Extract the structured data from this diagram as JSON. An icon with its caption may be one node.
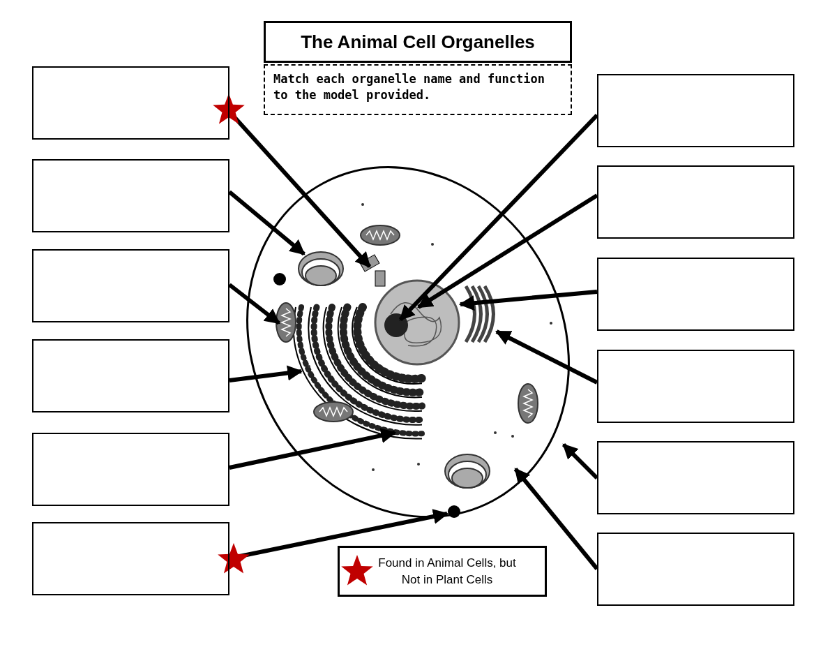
{
  "diagram": {
    "title": "The Animal Cell Organelles",
    "nodes": [
      {
        "text": [
          "Match each organelle name and function to the model provided."
        ]
      },
      {
        "text": [],
        "shape": "box"
      },
      {
        "text": [],
        "shape": "box"
      },
      {
        "text": [],
        "shape": "box"
      },
      {
        "text": [],
        "shape": "box"
      },
      {
        "text": [],
        "shape": "box"
      },
      {
        "text": [],
        "shape": "box"
      },
      {
        "text": [],
        "shape": "box"
      },
      {
        "text": [],
        "shape": "box"
      },
      {
        "text": [],
        "shape": "box"
      },
      {
        "text": [],
        "shape": "box"
      },
      {
        "text": [],
        "shape": "box"
      },
      {
        "text": [],
        "shape": "box"
      }
    ],
    "edges": [
      {
        "from": 1,
        "to": null,
        "arrow": "to"
      },
      {
        "from": 2,
        "to": null,
        "arrow": "to"
      },
      {
        "from": 3,
        "to": null,
        "arrow": "to"
      },
      {
        "from": 4,
        "to": null,
        "arrow": "to"
      },
      {
        "from": 5,
        "to": null,
        "arrow": "to"
      },
      {
        "from": 6,
        "to": null,
        "arrow": "to"
      },
      {
        "from": 7,
        "to": null,
        "arrow": "to"
      },
      {
        "from": 8,
        "to": null,
        "arrow": "to"
      },
      {
        "from": 9,
        "to": null,
        "arrow": "to"
      },
      {
        "from": 10,
        "to": null,
        "arrow": "to"
      },
      {
        "from": 11,
        "to": null,
        "arrow": "to"
      },
      {
        "from": 12,
        "to": null,
        "arrow": "to"
      }
    ],
    "legend": [
      {
        "text": "Found in Animal Cells, but Not in Plant Cells"
      }
    ]
  }
}
